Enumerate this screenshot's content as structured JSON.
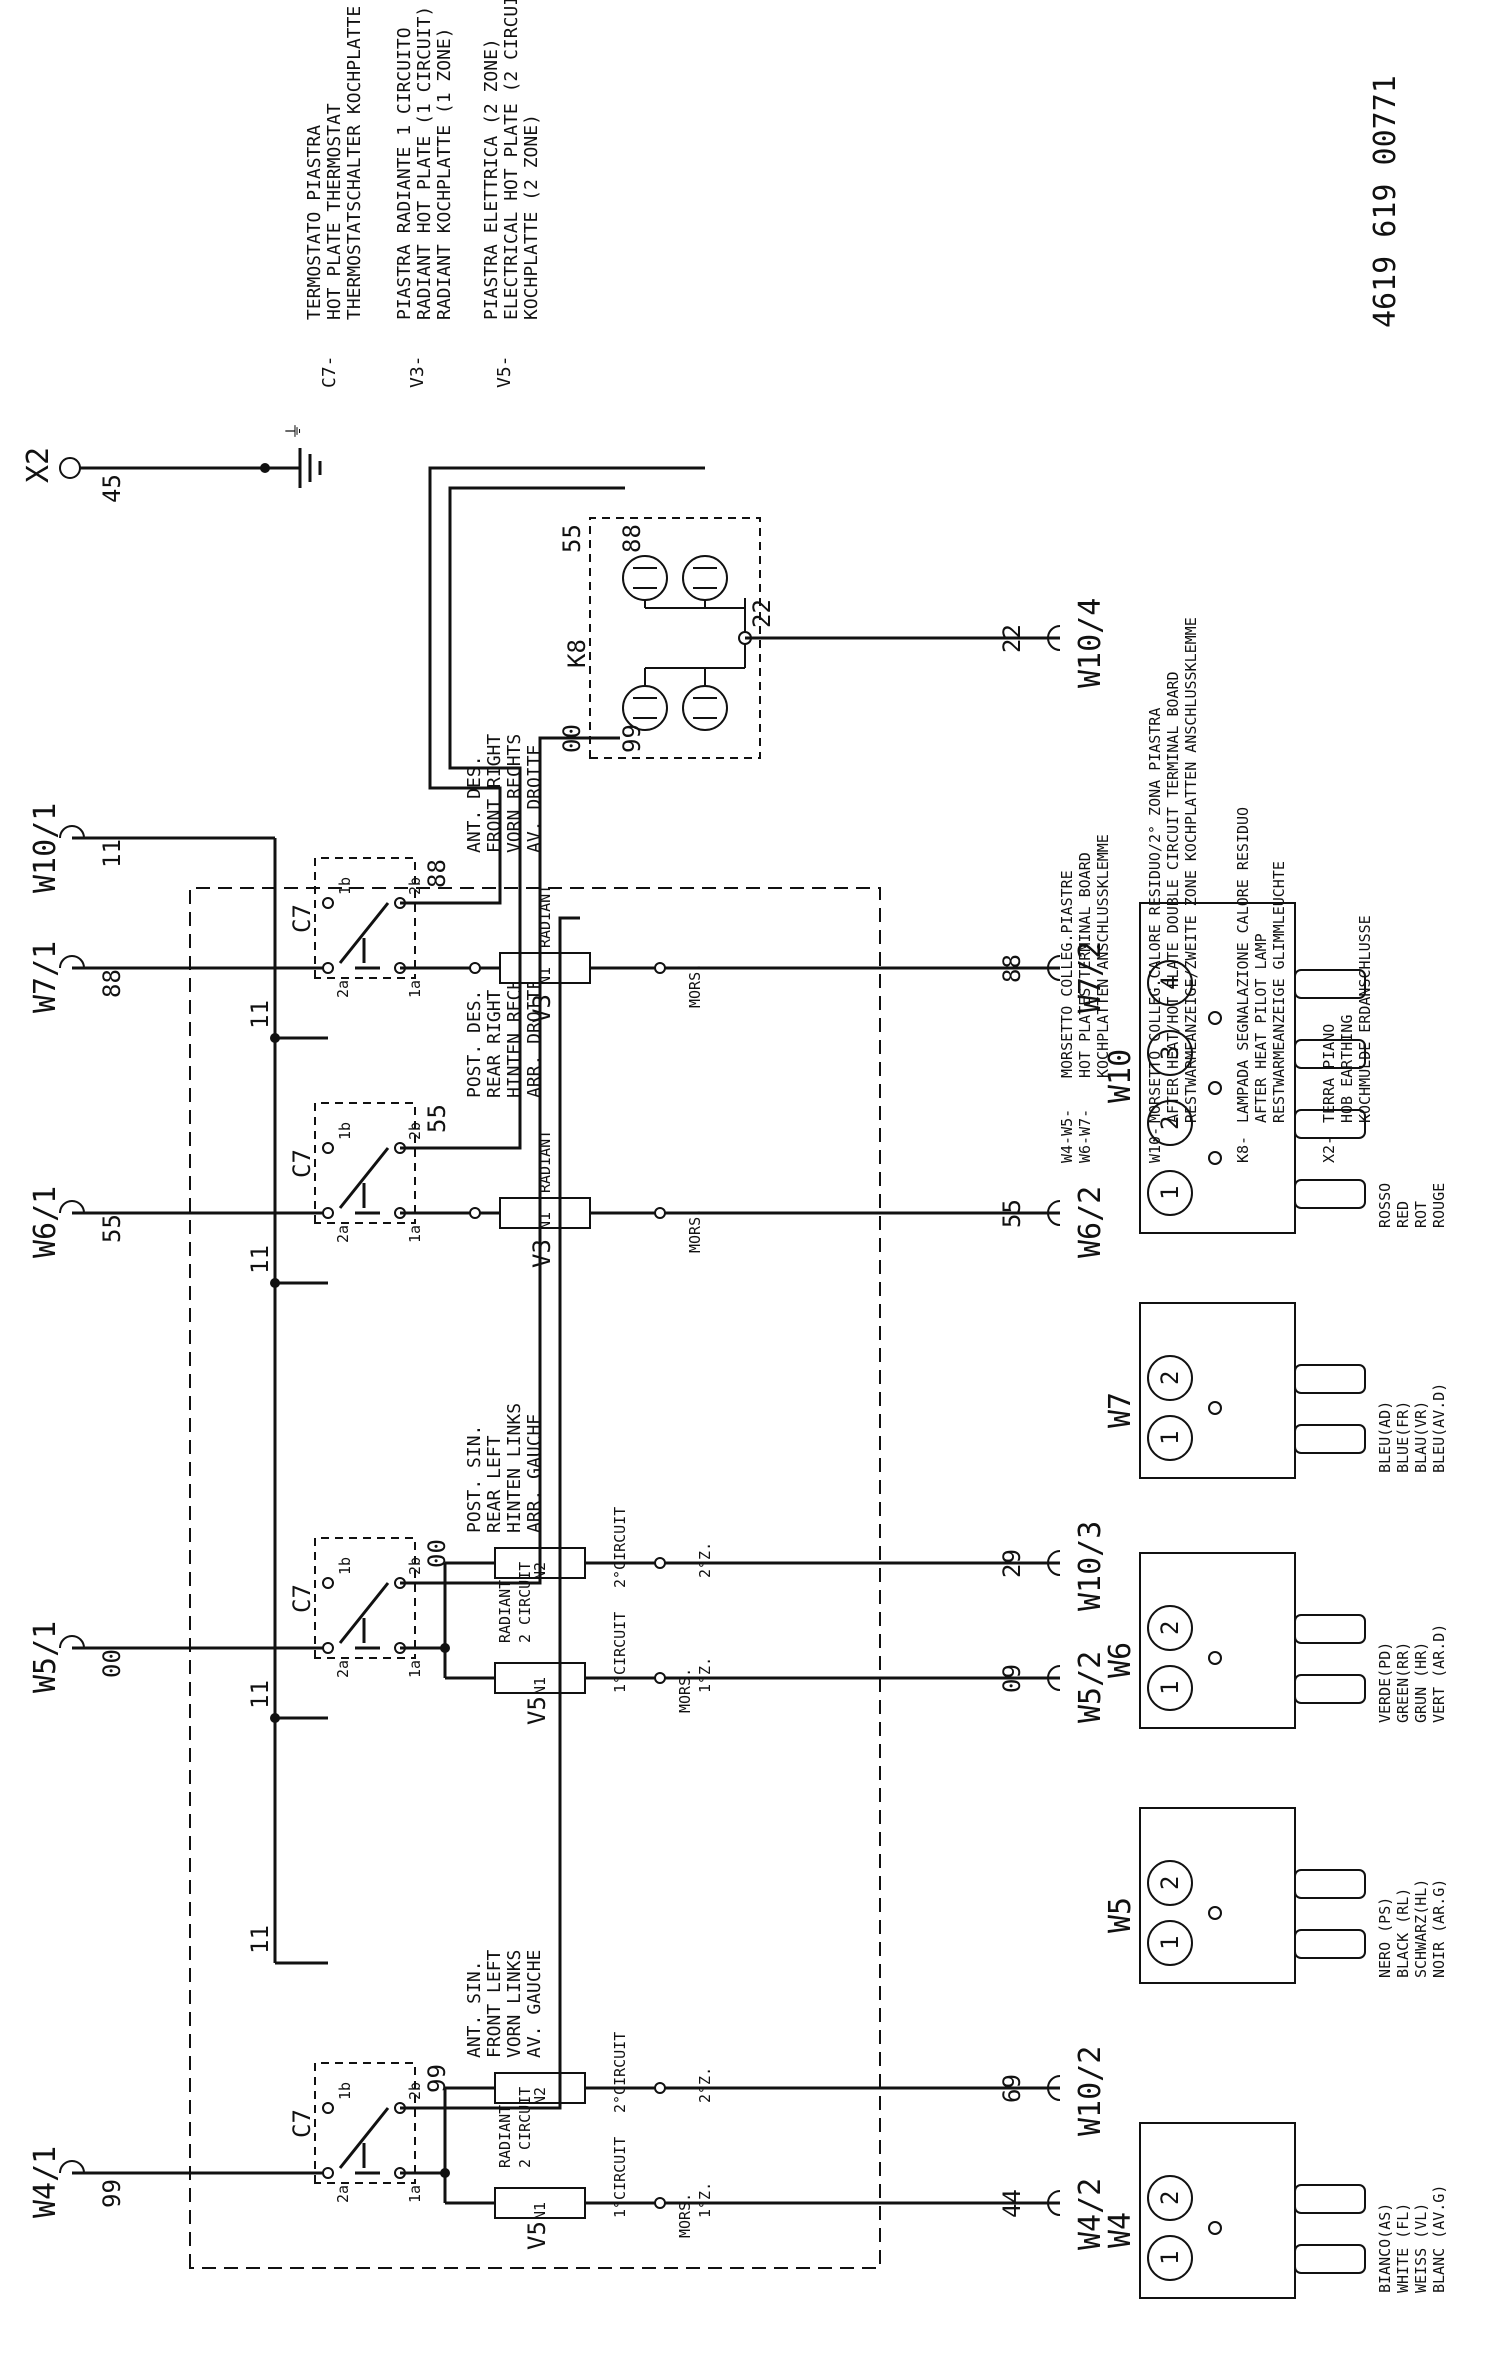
{
  "doc_number": "4619 619 00771",
  "legend_top": {
    "c7": [
      "C7-",
      "TERMOSTATO PIASTRA",
      "HOT PLATE THERMOSTAT",
      "THERMOSTATSCHALTER KOCHPLATTE"
    ],
    "v3": [
      "V3-",
      "PIASTRA RADIANTE 1 CIRCUITO",
      "RADIANT HOT PLATE (1 CIRCUIT)",
      "RADIANT KOCHPLATTE (1 ZONE)"
    ],
    "v5": [
      "V5-",
      "PIASTRA ELETTRICA (2 ZONE)",
      "ELECTRICAL HOT PLATE (2 CIRCUIT)",
      "KOCHPLATTE (2 ZONE)"
    ]
  },
  "legend_bottom": {
    "w": [
      "W4-W5-",
      "W6-W7-",
      "MORSETTO COLLEG.PIASTRE",
      "HOT PLATES TERMINAL BOARD",
      "KOCHPLATTEN ANSCHLUSSKLEMME"
    ],
    "w10": [
      "W10-",
      "MORSETTO COLLEG.CALORE RESIDUO/2° ZONA PIASTRA",
      "AFTER HEAT/HOT PLATE DOUBLE CIRCUIT TERMINAL BOARD",
      "RESTWARMEANZEIGE/ZWEITE ZONE KOCHPLATTEN ANSCHLUSSKLEMME"
    ],
    "k8": [
      "K8-",
      "LAMPADA SEGNALAZIONE CALORE RESIDUO",
      "AFTER HEAT PILOT LAMP",
      "RESTWARMEANZEIGE GLIMMLEUCHTE"
    ],
    "x2": [
      "X2-",
      "TERRA PIANO",
      "HOB EARTHING",
      "KOCHMULDE ERDANSCHLUSSE"
    ]
  },
  "top_terminals": {
    "w4": "W4/1",
    "w4_num": "99",
    "w5": "W5/1",
    "w5_num": "00",
    "w6": "W6/1",
    "w6_num": "55",
    "w7": "W7/1",
    "w7_num": "88",
    "w10": "W10/1",
    "w10_num": "11",
    "x2": "X2",
    "x2_num": "45"
  },
  "bottom_terminals": {
    "w4": "W4/2",
    "w4_num": "44",
    "w10_2": "W10/2",
    "w10_2_num": "69",
    "w5": "W5/2",
    "w5_num": "09",
    "w10_3": "W10/3",
    "w10_3_num": "29",
    "w6": "W6/2",
    "w6_num": "55",
    "w7": "W7/2",
    "w7_num": "88",
    "w10_4": "W10/4",
    "w10_4_num": "22"
  },
  "thermostat": {
    "label": "C7",
    "p1a": "1a",
    "p1b": "1b",
    "p2a": "2a",
    "p2b": "2b",
    "bus": "11"
  },
  "thermostat_out": {
    "t1": "99",
    "t2": "00",
    "t3": "55",
    "t4": "88"
  },
  "positions": {
    "p1": [
      "ANT. SIN.",
      "FRONT LEFT",
      "VORN LINKS",
      "AV. GAUCHE"
    ],
    "p2": [
      "POST. SIN.",
      "REAR LEFT",
      "HINTEN LINKS",
      "ARR. GAUCHE"
    ],
    "p3": [
      "POST. DES.",
      "REAR RIGHT",
      "HINTEN RECHTS",
      "ARR. DROITE"
    ],
    "p4": [
      "ANT. DES.",
      "FRONT RIGHT",
      "VORN RECHTS",
      "AV. DROITE"
    ]
  },
  "plates": {
    "v5": "V5",
    "v3": "V3",
    "n1": "N1",
    "n2": "N2",
    "circ1": "1°CIRCUIT",
    "circ2": "2°CIRCUIT",
    "radiant": "RADIANT",
    "radiant2": "2 CIRCUIT",
    "mors": "MORS.",
    "mors1": "1°Z.",
    "mors2": "2°Z."
  },
  "lamp": {
    "label": "K8",
    "n55": "55",
    "n88": "88",
    "n00": "00",
    "n99": "99",
    "n22": "22"
  },
  "connectors": {
    "w4": {
      "label": "W4",
      "pins": [
        "1",
        "2"
      ],
      "colors": [
        "BIANCO(AS)",
        "WHITE (FL)",
        "WEISS (VL)",
        "BLANC (AV.G)"
      ]
    },
    "w5": {
      "label": "W5",
      "pins": [
        "1",
        "2"
      ],
      "colors": [
        "NERO   (PS)",
        "BLACK  (RL)",
        "SCHWARZ(HL)",
        "NOIR   (AR.G)"
      ]
    },
    "w6": {
      "label": "W6",
      "pins": [
        "1",
        "2"
      ],
      "colors": [
        "VERDE(PD)",
        "GREEN(RR)",
        "GRUN (HR)",
        "VERT (AR.D)"
      ]
    },
    "w7": {
      "label": "W7",
      "pins": [
        "1",
        "2"
      ],
      "colors": [
        "BLEU(AD)",
        "BLUE(FR)",
        "BLAU(VR)",
        "BLEU(AV.D)"
      ]
    },
    "w10": {
      "label": "W10",
      "pins": [
        "1",
        "2",
        "3",
        "4"
      ],
      "colors": [
        "ROSSO",
        "RED",
        "ROT",
        "ROUGE"
      ]
    }
  }
}
